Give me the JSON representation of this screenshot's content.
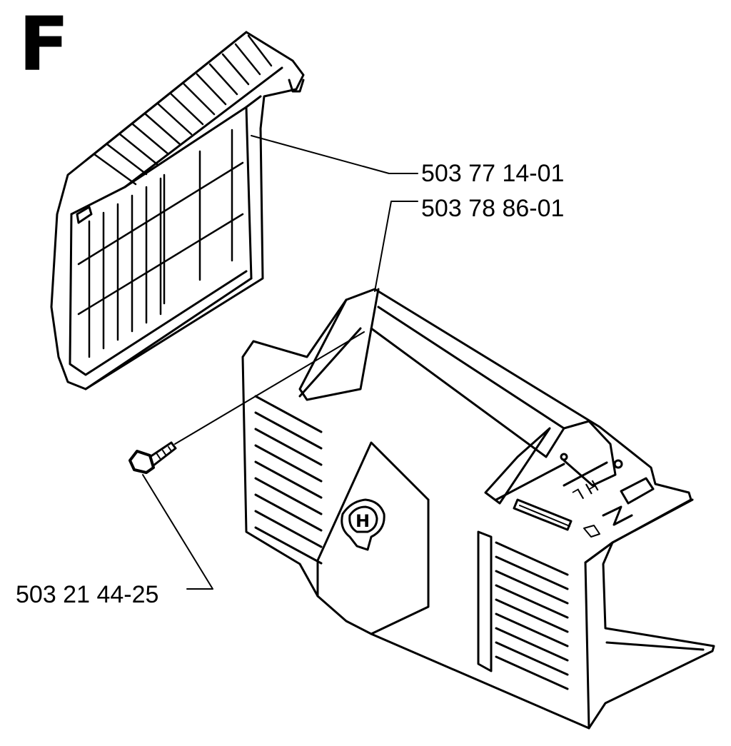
{
  "section_letter": "F",
  "parts": [
    {
      "number": "503 77 14-01",
      "component": "air-filter-grille"
    },
    {
      "number": "503 78 86-01",
      "component": "cylinder-cover"
    },
    {
      "number": "503 21 44-25",
      "component": "screw"
    }
  ],
  "logo_mark": "H",
  "decal_text": "H L",
  "colors": {
    "line": "#000000",
    "background": "#ffffff"
  }
}
